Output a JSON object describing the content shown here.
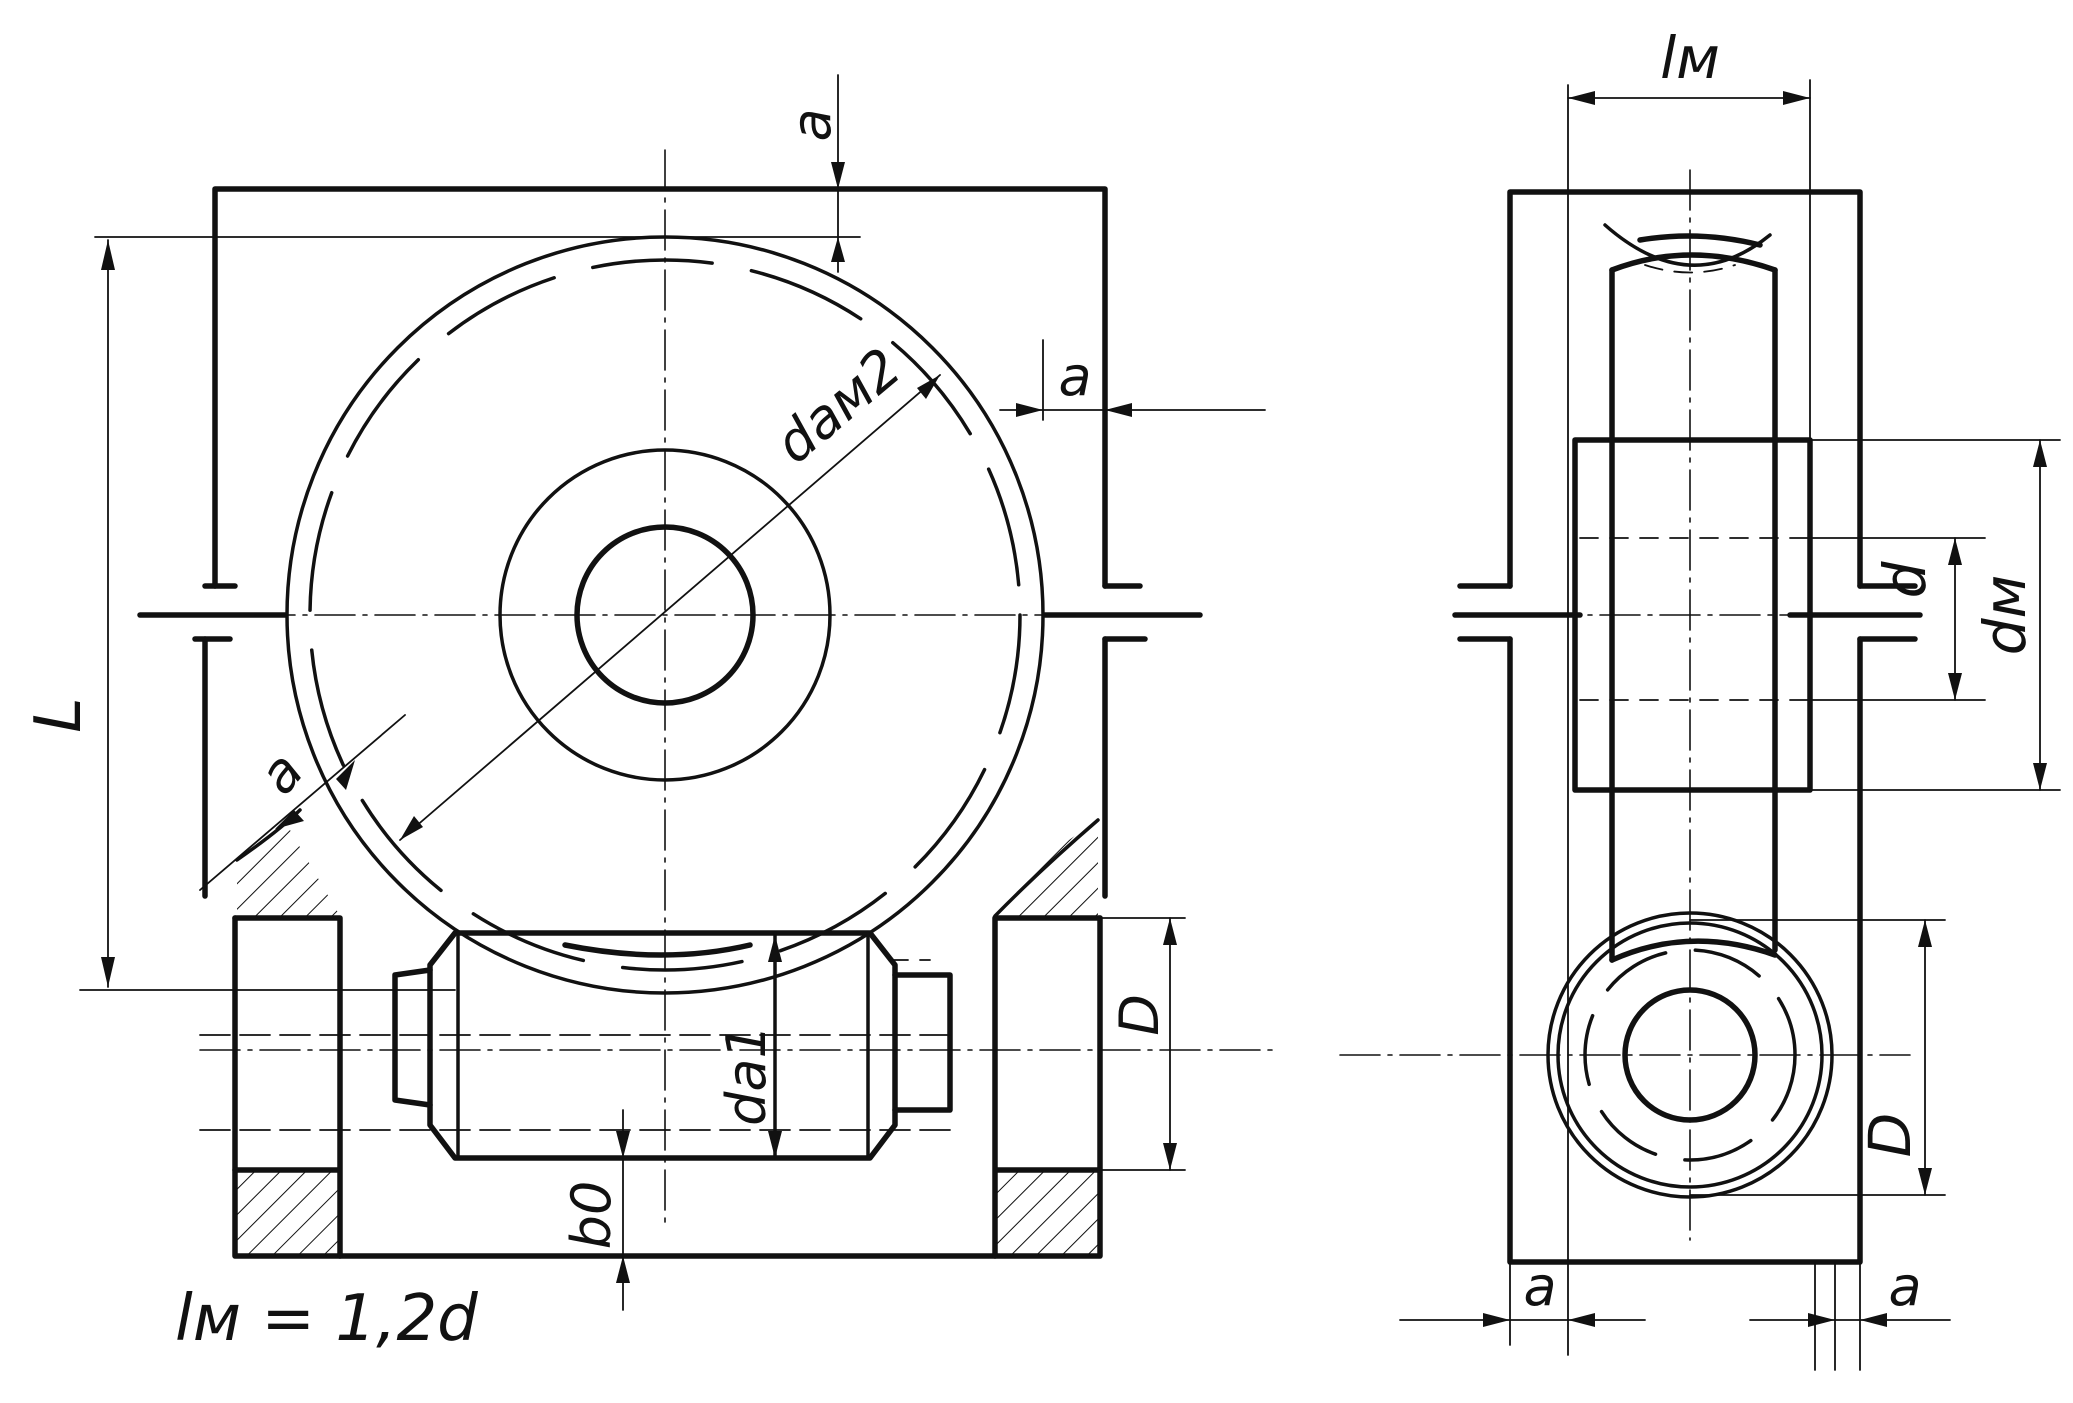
{
  "drawing": {
    "front_view": {
      "labels": {
        "gap_top": "a",
        "gap_right": "a",
        "gap_diag": "a",
        "wheel_diameter": "dам2",
        "housing_length": "L",
        "bearing_bore_right": "D",
        "worm_diameter": "dа1",
        "bottom_gap": "b0"
      }
    },
    "side_view": {
      "labels": {
        "hub_length": "lм",
        "shaft_diameter": "d",
        "hub_diameter": "dм",
        "bearing_bore": "D",
        "gap_left": "a",
        "gap_right": "a"
      }
    },
    "formula": "lм = 1,2d"
  }
}
